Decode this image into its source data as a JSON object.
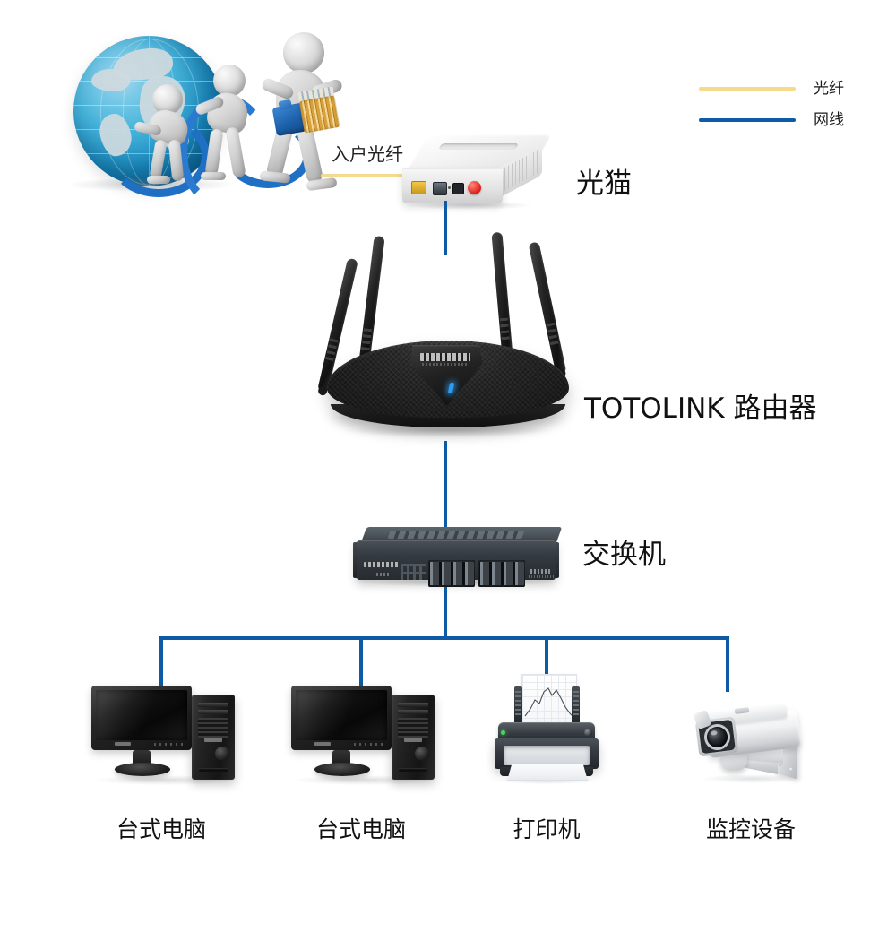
{
  "legend": {
    "items": [
      {
        "label": "光纤",
        "color": "#f3da8d",
        "icon": "fiber-line-swatch"
      },
      {
        "label": "网线",
        "color": "#0d5ba5",
        "icon": "lan-line-swatch"
      }
    ]
  },
  "internet": {
    "label": "入户光纤",
    "art_name": "globe-people-cable-illustration"
  },
  "devices": {
    "modem": {
      "label": "光猫",
      "icon": "ont-modem-icon"
    },
    "router": {
      "label": "TOTOLINK 路由器",
      "icon": "wifi-router-icon"
    },
    "switch": {
      "label": "交换机",
      "icon": "network-switch-icon"
    }
  },
  "endpoints": [
    {
      "label": "台式电脑",
      "icon": "desktop-computer-icon"
    },
    {
      "label": "台式电脑",
      "icon": "desktop-computer-icon"
    },
    {
      "label": "打印机",
      "icon": "printer-icon"
    },
    {
      "label": "监控设备",
      "icon": "cctv-camera-icon"
    }
  ],
  "colors": {
    "fiber": "#f3da8d",
    "lan": "#0d5ba5",
    "background": "#ffffff",
    "text": "#111111"
  }
}
